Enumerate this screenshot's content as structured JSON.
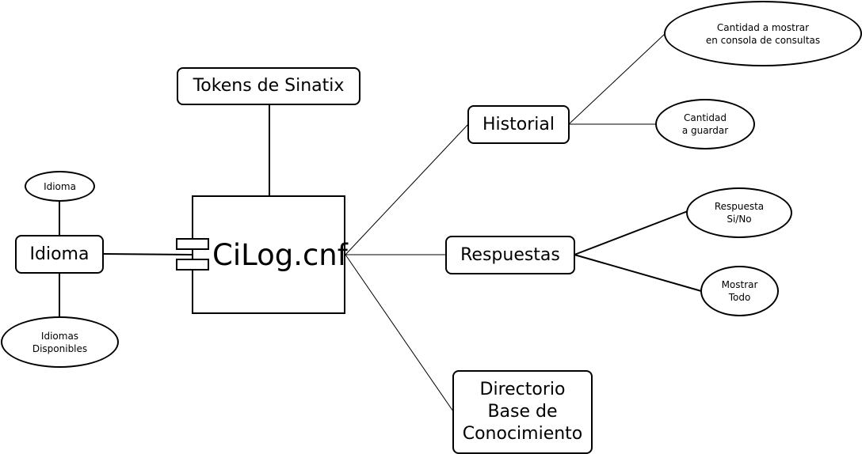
{
  "component": {
    "title": "CiLog.cnf"
  },
  "nodes": {
    "tokens": "Tokens de Sinatix",
    "historial": "Historial",
    "respuestas": "Respuestas",
    "directorio": "Directorio\nBase de\nConocimiento",
    "idioma": "Idioma"
  },
  "attributes": {
    "cantidad_mostrar": "Cantidad a mostrar\nen consola de consultas",
    "cantidad_guardar": "Cantidad\na guardar",
    "respuesta_si_no": "Respuesta\nSi/No",
    "mostrar_todo": "Mostrar\nTodo",
    "idioma_attr": "Idioma",
    "idiomas_disponibles": "Idiomas\nDisponibles"
  },
  "colors": {
    "stroke": "#000000",
    "background": "#ffffff"
  }
}
